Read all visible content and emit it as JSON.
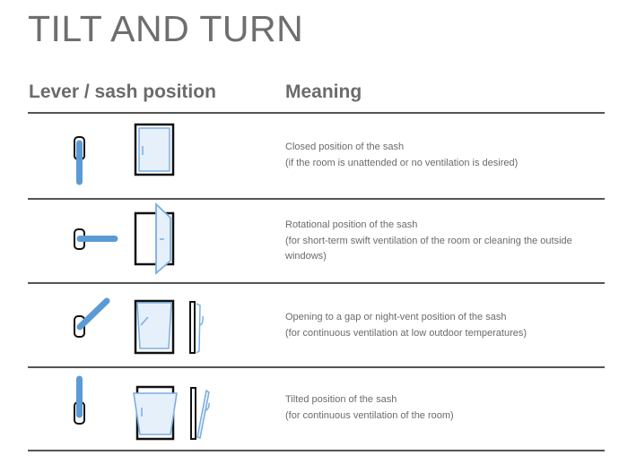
{
  "page": {
    "title": "TILT AND TURN"
  },
  "table": {
    "headers": {
      "position": "Lever / sash position",
      "meaning": "Meaning"
    },
    "rows": [
      {
        "icon": "lever-down-closed-window",
        "meaning_title": "Closed position of the sash",
        "meaning_detail": "(if the room is unattended or no ventilation is desired)"
      },
      {
        "icon": "lever-horizontal-turned-window",
        "meaning_title": "Rotational position of the sash",
        "meaning_detail": "(for short-term swift ventilation of the room or cleaning the outside windows)"
      },
      {
        "icon": "lever-diagonal-gap-vent-window",
        "meaning_title": "Opening to a gap or night-vent position of the sash",
        "meaning_detail": "(for continuous ventilation at low outdoor temperatures)"
      },
      {
        "icon": "lever-up-tilted-window",
        "meaning_title": "Tilted position of the sash",
        "meaning_detail": "(for continuous ventilation of the room)"
      }
    ]
  },
  "colors": {
    "handle_blue": "#5b9bd5",
    "sash_fill": "#e6f0fb",
    "sash_stroke": "#7aaee0",
    "frame_black": "#111111",
    "text_gray": "#6b6b6b",
    "rule_gray": "#555555"
  }
}
